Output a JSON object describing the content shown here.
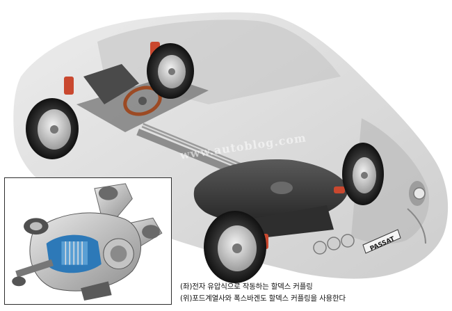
{
  "image": {
    "subject": "VW Passat cutaway with Haldex coupling",
    "license_plate": "PASSAT",
    "watermark": "www.autoblog.com"
  },
  "captions": {
    "line1": "(좌)전자 유압식으로 작동하는 할덱스 커플링",
    "line2": "(위)포드계열사와 폭스바겐도 할덱스 커플링을 사용한다"
  },
  "colors": {
    "body_ghost": "#d7d7d7",
    "chassis_dark": "#3c3c3c",
    "spring_red": "#c9482f",
    "coupling_blue": "#2d79b8",
    "wheel_rim": "#c8c8c8"
  }
}
